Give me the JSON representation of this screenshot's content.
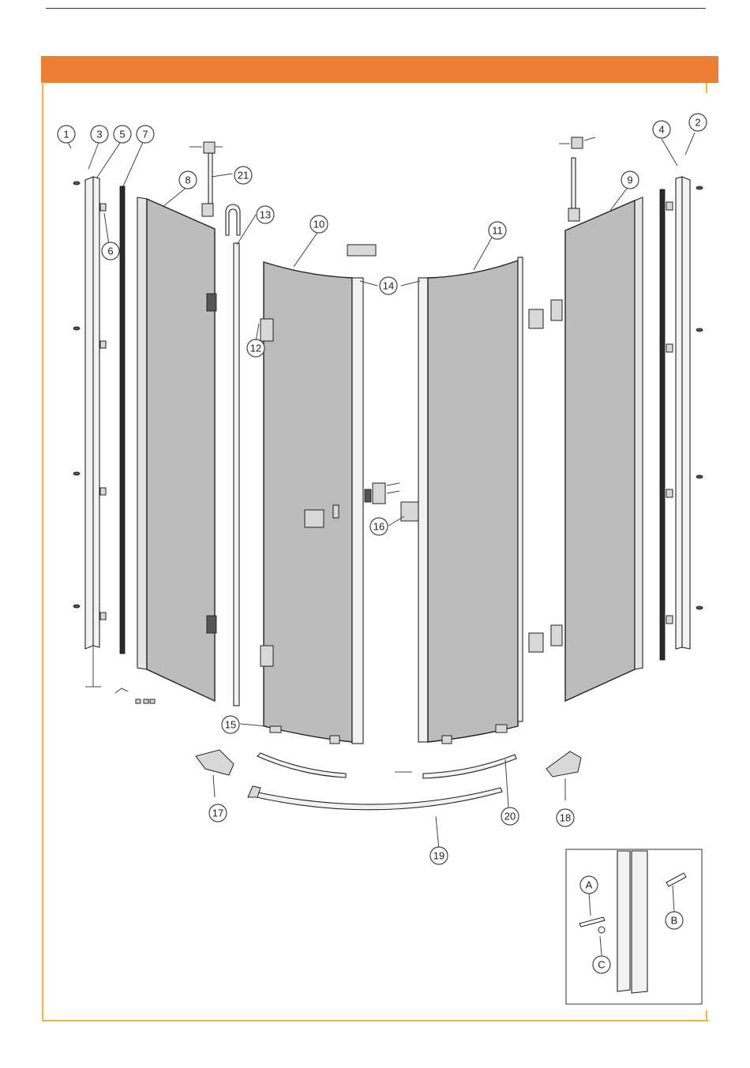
{
  "callouts": [
    {
      "label": "1"
    },
    {
      "label": "2"
    },
    {
      "label": "3"
    },
    {
      "label": "4"
    },
    {
      "label": "5"
    },
    {
      "label": "6"
    },
    {
      "label": "7"
    },
    {
      "label": "8"
    },
    {
      "label": "9"
    },
    {
      "label": "10"
    },
    {
      "label": "11"
    },
    {
      "label": "12"
    },
    {
      "label": "13"
    },
    {
      "label": "14"
    },
    {
      "label": "15"
    },
    {
      "label": "16"
    },
    {
      "label": "17"
    },
    {
      "label": "18"
    },
    {
      "label": "19"
    },
    {
      "label": "20"
    },
    {
      "label": "21"
    }
  ],
  "inset": {
    "callouts": [
      {
        "label": "A"
      },
      {
        "label": "B"
      },
      {
        "label": "C"
      }
    ]
  },
  "colors": {
    "header_band": "#ec7e33",
    "frame": "#f2b53a",
    "glass": "#bcbcbc"
  }
}
